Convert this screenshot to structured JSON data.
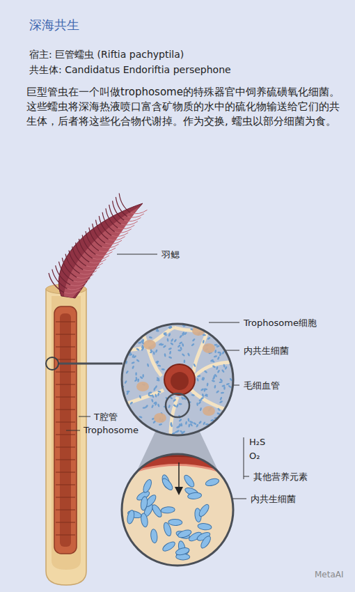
{
  "diagram": {
    "title": "深海共生",
    "labels": [
      "宿主: 巨管蠕虫 (Riftia pachyptila)",
      "共生体: Candidatus Endoriftia persephone",
      "巨型管虫在一个叫做trophosome的特殊器官中饲养硫磺氧化细菌。这些蠕虫将深海热液喷口富含矿物质的水中的硫化物输送给它们的共生体，后者将这些化合物代谢掉。作为交换, 蠕虫以部分细菌为食。",
      "羽鳃",
      "Trophosome细胞",
      "内共生细菌",
      "毛细血管",
      "T腔管",
      "Trophosome",
      "H₂S",
      "O₂",
      "其他营养元素",
      "内共生细菌",
      "MetaAI"
    ]
  }
}
